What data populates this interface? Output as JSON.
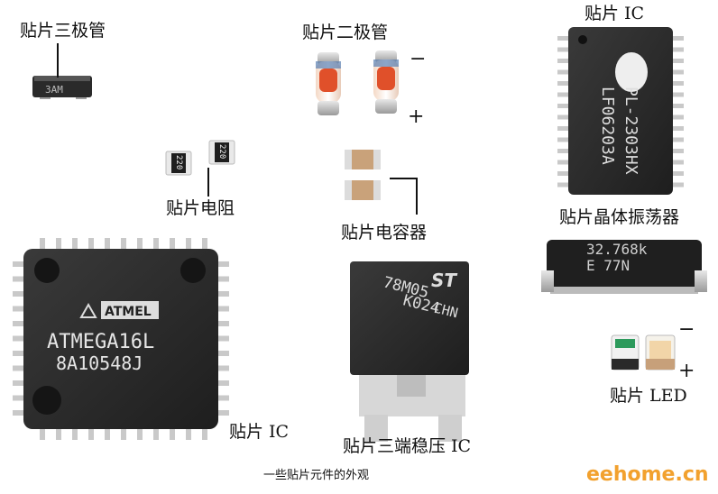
{
  "labels": {
    "smd_transistor": "贴片三极管",
    "smd_diode": "贴片二极管",
    "smd_ic_top": "贴片 IC",
    "smd_resistor": "贴片电阻",
    "smd_capacitor": "贴片电容器",
    "smd_crystal": "贴片晶体振荡器",
    "smd_ic_bottom": "贴片 IC",
    "smd_regulator": "贴片三端稳压 IC",
    "smd_led": "贴片 LED"
  },
  "polarity": {
    "minus": "−",
    "plus": "+"
  },
  "caption": "一些贴片元件的外观",
  "watermark": "eehome.cn",
  "markings": {
    "transistor": "3AM",
    "resistor_a": "220",
    "resistor_b": "220",
    "pl2303_line1": "PL-2303HX",
    "pl2303_line2": "LF06203A",
    "crystal_line1": "32.768k",
    "crystal_line2": "E  77N",
    "atmega_logo": "ATMEL",
    "atmega_line1": "ATMEGA16L",
    "atmega_line2": "8A10548J",
    "regulator_logo": "ST",
    "regulator_line1": "78M05",
    "regulator_line2": "K024",
    "regulator_line3": "CHN"
  },
  "colors": {
    "chip_body": "#2c2c2c",
    "pin_metal": "#c9c9c9",
    "diode_orange": "#e0502a",
    "capacitor_tan": "#c9a27a",
    "watermark": "#f2a12e"
  }
}
